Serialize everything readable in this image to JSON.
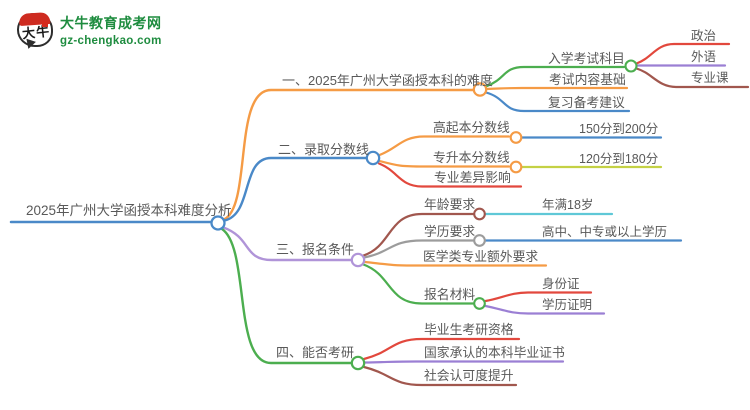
{
  "site": {
    "brand_name": "大牛教育成考网",
    "brand_domain": "gz-chengkao.com",
    "logo_icon_text": "大牛"
  },
  "palette": {
    "blue": "#4a89c8",
    "orange": "#f59b45",
    "green": "#4cae4f",
    "purple_light": "#b094d8",
    "purple": "#9b7fd4",
    "red": "#e2483d",
    "brown": "#a1574e",
    "gray": "#9c9c9c",
    "cyan": "#5fc8d7",
    "yellow_green": "#c4d144",
    "text": "#595959",
    "brand_green": "#1e8c3f"
  },
  "mindmap": {
    "root": {
      "label": "2025年广州大学函授本科难度分析",
      "color": "#4a89c8"
    },
    "branches": [
      {
        "label": "一、2025年广州大学函授本科的难度",
        "color": "#f59b45",
        "children": [
          {
            "label": "入学考试科目",
            "color": "#4cae4f",
            "children": [
              {
                "label": "政治",
                "color": "#e2483d"
              },
              {
                "label": "外语",
                "color": "#9b7fd4"
              },
              {
                "label": "专业课",
                "color": "#a1574e"
              }
            ]
          },
          {
            "label": "考试内容基础",
            "color": "#f59b45"
          },
          {
            "label": "复习备考建议",
            "color": "#4a89c8"
          }
        ]
      },
      {
        "label": "二、录取分数线",
        "color": "#4a89c8",
        "children": [
          {
            "label": "高起本分数线",
            "color": "#f59b45",
            "children": [
              {
                "label": "150分到200分",
                "color": "#4a89c8"
              }
            ]
          },
          {
            "label": "专升本分数线",
            "color": "#f59b45",
            "children": [
              {
                "label": "120分到180分",
                "color": "#c4d144"
              }
            ]
          },
          {
            "label": "专业差异影响",
            "color": "#e2483d"
          }
        ]
      },
      {
        "label": "三、报名条件",
        "color": "#b094d8",
        "children": [
          {
            "label": "年龄要求",
            "color": "#a1574e",
            "children": [
              {
                "label": "年满18岁",
                "color": "#5fc8d7"
              }
            ]
          },
          {
            "label": "学历要求",
            "color": "#9c9c9c",
            "children": [
              {
                "label": "高中、中专或以上学历",
                "color": "#4a89c8"
              }
            ]
          },
          {
            "label": "医学类专业额外要求",
            "color": "#f59b45"
          },
          {
            "label": "报名材料",
            "color": "#4cae4f",
            "children": [
              {
                "label": "身份证",
                "color": "#e2483d"
              },
              {
                "label": "学历证明",
                "color": "#9b7fd4"
              }
            ]
          }
        ]
      },
      {
        "label": "四、能否考研",
        "color": "#4cae4f",
        "children": [
          {
            "label": "毕业生考研资格",
            "color": "#e2483d"
          },
          {
            "label": "国家承认的本科毕业证书",
            "color": "#9b7fd4"
          },
          {
            "label": "社会认可度提升",
            "color": "#a1574e"
          }
        ]
      }
    ]
  }
}
